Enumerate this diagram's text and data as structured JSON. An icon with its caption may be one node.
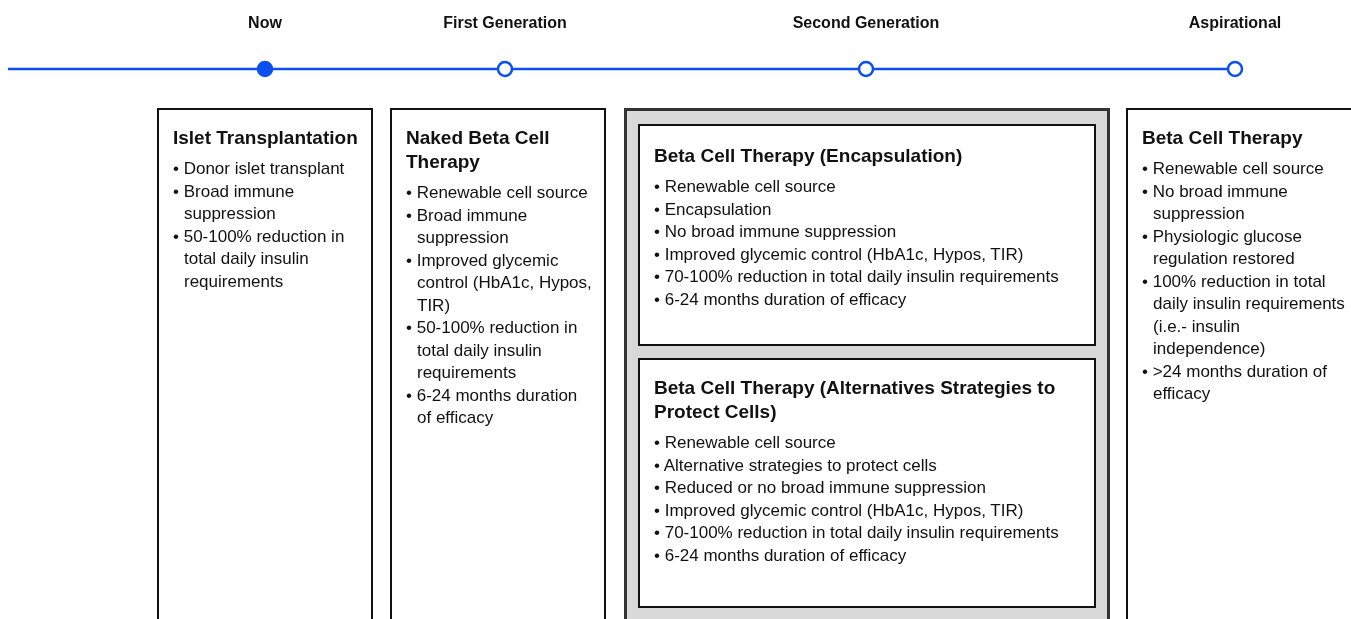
{
  "diagram": {
    "nodes": [
      {
        "text": [
          "Now"
        ]
      },
      {
        "text": [
          "First Generation"
        ]
      },
      {
        "text": [
          "Second Generation"
        ]
      },
      {
        "text": [
          "Aspirational"
        ]
      },
      {
        "text": [
          "Islet Transplantation",
          "• Donor islet transplant",
          "• Broad immune suppression",
          "• 50-100% reduction in total daily insulin requirements"
        ]
      },
      {
        "text": [
          "Naked Beta Cell Therapy",
          "• Renewable cell source",
          "• Broad immune suppression",
          "• Improved glycemic control (HbA1c, Hypos, TIR)",
          "• 50-100% reduction in total daily insulin requirements",
          "• 6-24 months duration of efficacy"
        ]
      },
      {
        "text": [],
        "shape": "box"
      },
      {
        "text": [
          "Beta Cell Therapy (Encapsulation)",
          "• Renewable cell source",
          "• Encapsulation",
          "• No broad immune suppression",
          "• Improved glycemic control (HbA1c, Hypos, TIR)",
          "• 70-100% reduction in total daily insulin requirements",
          "• 6-24 months duration of efficacy"
        ],
        "in": 6
      },
      {
        "text": [
          "Beta Cell Therapy (Alternatives Strategies to  Protect Cells)",
          "• Renewable cell source",
          "• Alternative strategies to protect cells",
          "• Reduced or no broad immune suppression",
          "• Improved glycemic control (HbA1c, Hypos, TIR)",
          "• 70-100% reduction in total daily insulin requirements",
          "• 6-24 months duration of efficacy"
        ],
        "in": 6
      },
      {
        "text": [
          "Beta Cell Therapy",
          "• Renewable cell source",
          "• No broad immune suppression",
          "• Physiologic glucose regulation restored",
          "• 100% reduction in total daily insulin requirements (i.e.- insulin independence)",
          "• >24 months duration of efficacy"
        ]
      }
    ],
    "edges": [
      {
        "from": null,
        "to": 0,
        "arrow": "none"
      },
      {
        "from": 0,
        "to": 1,
        "arrow": "none"
      },
      {
        "from": 1,
        "to": 2,
        "arrow": "none"
      },
      {
        "from": 2,
        "to": 3,
        "arrow": "none"
      }
    ]
  }
}
